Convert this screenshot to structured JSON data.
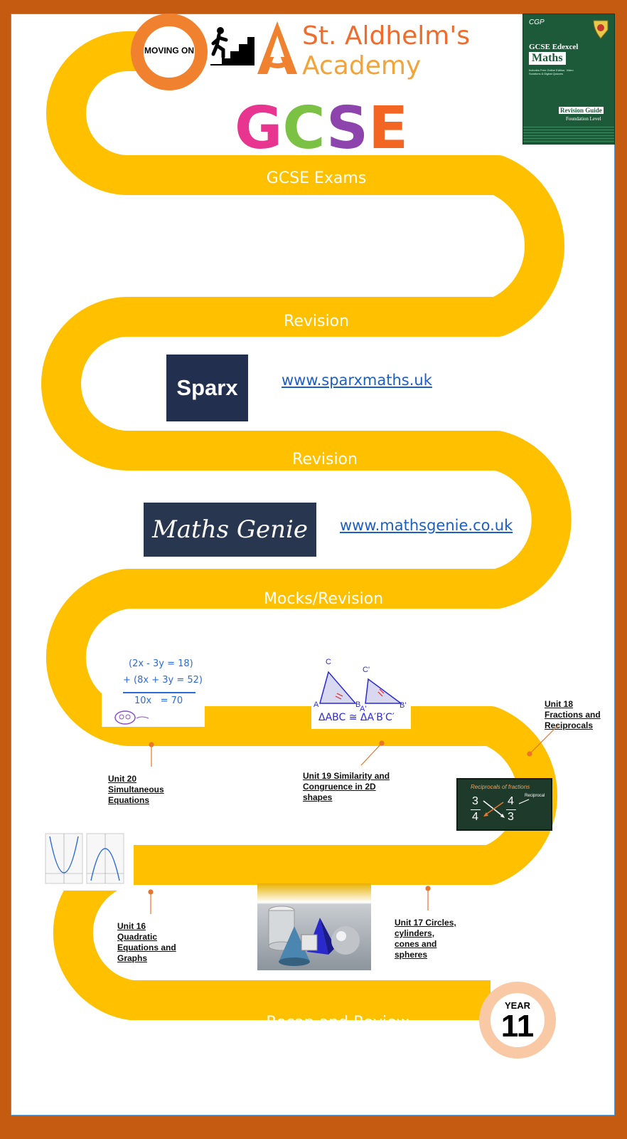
{
  "header": {
    "badge_text": "MOVING ON",
    "school_name_line1": "St. Aldhelm's",
    "school_name_line2": "Academy",
    "gcse_letters": [
      "G",
      "C",
      "S",
      "E"
    ],
    "gcse_colors": [
      "#e8358f",
      "#7bc143",
      "#8e44ad",
      "#f26522"
    ]
  },
  "book": {
    "publisher": "CGP",
    "title_line1": "GCSE Edexcel",
    "title_line2": "Maths",
    "small_text": "Includes Free Online Edition, Video Solutions & Digital Quizzes",
    "guide_label": "Revision Guide",
    "level": "Foundation Level"
  },
  "road": {
    "color": "#ffc000",
    "labels": {
      "exams": "GCSE Exams",
      "revision1": "Revision",
      "revision2": "Revision",
      "mocks": "Mocks/Revision",
      "recap": "Recap and Review"
    }
  },
  "resources": {
    "sparx_logo": "Sparx",
    "sparx_url": "www.sparxmaths.uk",
    "genie_logo": "Maths Genie",
    "genie_url": "www.mathsgenie.co.uk"
  },
  "units": {
    "u20": [
      "Unit 20",
      "Simultaneous",
      "Equations"
    ],
    "u19": [
      "Unit 19 Similarity and",
      "Congruence in 2D",
      "shapes"
    ],
    "u18": [
      "Unit 18",
      "Fractions and",
      "Reciprocals"
    ],
    "u16": [
      "Unit 16",
      "Quadratic",
      "Equations and",
      "Graphs"
    ],
    "u17": [
      "Unit 17 Circles,",
      "cylinders,",
      "cones and",
      "spheres"
    ]
  },
  "illustrations": {
    "equation_line1": "(2x - 3y = 18)",
    "equation_line2": "+ (8x + 3y = 52)",
    "equation_result": "10x   = 70",
    "congruence_text": "ΔABC ≅ ΔA′B′C′",
    "triangle_labels": [
      "C",
      "A",
      "B",
      "C'",
      "A'",
      "B'"
    ],
    "reciprocal_title": "Reciprocals of fractions",
    "reciprocal_tag": "Reciprocal",
    "reciprocal_left_num": "3",
    "reciprocal_left_den": "4",
    "reciprocal_right_num": "4",
    "reciprocal_right_den": "3"
  },
  "year_badge": {
    "label": "YEAR",
    "number": "11"
  }
}
